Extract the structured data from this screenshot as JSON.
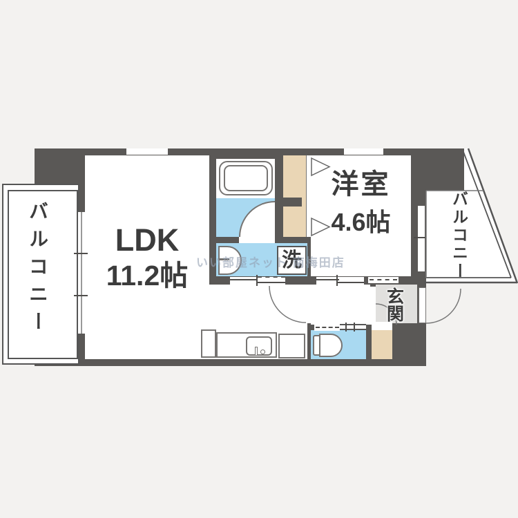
{
  "floorplan": {
    "rooms": {
      "ldk": {
        "name": "LDK",
        "size": "11.2帖"
      },
      "western_room": {
        "name": "洋室",
        "size": "4.6帖"
      },
      "balcony_left": {
        "name": "バルコニー"
      },
      "balcony_right": {
        "name": "バルコニー"
      },
      "entrance": {
        "name": "玄関"
      },
      "laundry": {
        "name": "洗"
      }
    },
    "watermark": "いい部屋ネット 南梅田店",
    "colors": {
      "wall": "#5a5856",
      "water_blue": "#a9d9f1",
      "wood_tan": "#ead6b5",
      "entrance_gray": "#e1e0de",
      "background": "#f3f2f0",
      "fixture_line": "#767472"
    }
  }
}
